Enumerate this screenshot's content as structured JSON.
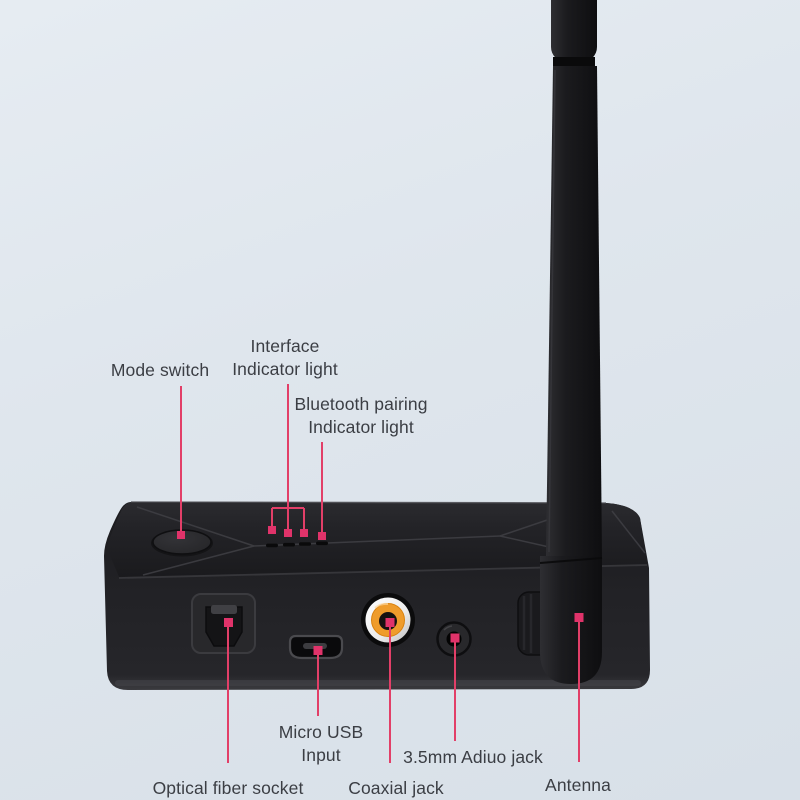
{
  "callouts": {
    "mode_switch": {
      "label": "Mode switch"
    },
    "interface_indicator": {
      "line1": "Interface",
      "line2": "Indicator light"
    },
    "bluetooth_pairing": {
      "line1": "Bluetooth pairing",
      "line2": "Indicator light"
    },
    "micro_usb": {
      "line1": "Micro USB",
      "line2": "Input"
    },
    "audio_jack_35mm": {
      "label": "3.5mm Adiuo jack"
    },
    "optical_fiber": {
      "label": "Optical fiber socket"
    },
    "coaxial": {
      "label": "Coaxial jack"
    },
    "antenna": {
      "label": "Antenna"
    }
  },
  "colors": {
    "background": "#dfe6ed",
    "accent_line": "#e23f68",
    "marker": "#e0336a",
    "device_black": "#1d1d20",
    "coaxial_orange": "#ef9c2b",
    "coaxial_ring": "#f5f5f5",
    "label_text": "#3b3e44"
  }
}
